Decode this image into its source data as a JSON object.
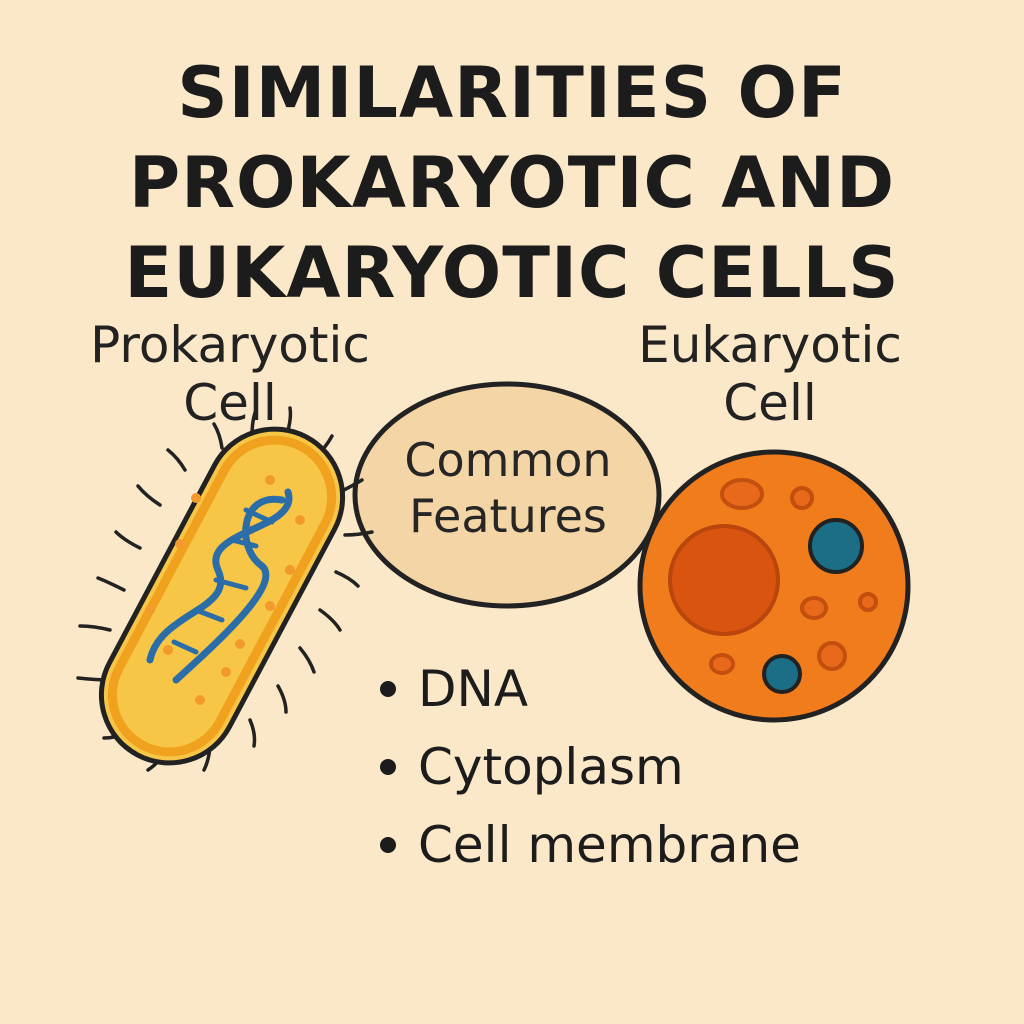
{
  "title": {
    "line1": "SIMILARITIES OF",
    "line2": "PROKARYOTIC AND",
    "line3": "EUKARYOTIC CELLS"
  },
  "prokaryotic": {
    "line1": "Prokaryotic",
    "line2": "Cell"
  },
  "eukaryotic": {
    "line1": "Eukaryotic",
    "line2": "Cell"
  },
  "center": {
    "line1": "Common",
    "line2": "Features"
  },
  "features": [
    "DNA",
    "Cytoplasm",
    "Cell membrane"
  ],
  "colors": {
    "background": "#fbe8c9",
    "prokaryote_body": "#f7c646",
    "prokaryote_outline": "#f0a21e",
    "dna_strand": "#2a6da8",
    "center_bubble": "#f4d6a6",
    "eukaryote_body": "#f07c1c",
    "nucleus": "#d9540f",
    "vacuole": "#1b6e85"
  },
  "icons": {
    "prokaryote": "bacterium-icon",
    "dna": "dna-helix-icon",
    "eukaryote": "eukaryotic-cell-icon"
  }
}
